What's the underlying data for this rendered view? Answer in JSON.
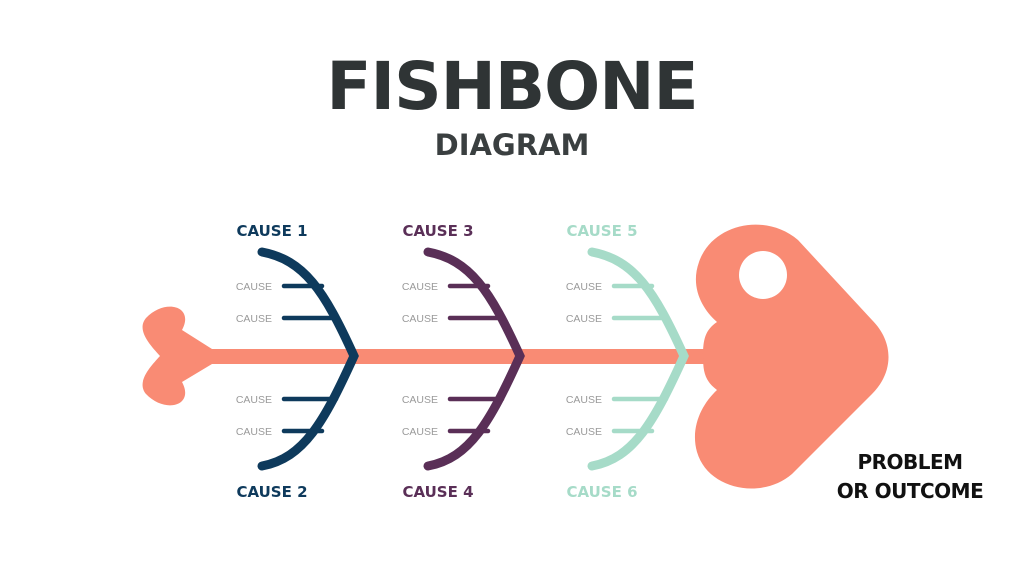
{
  "title": "FISHBONE",
  "subtitle": "DIAGRAM",
  "outcome": {
    "line1": "PROBLEM",
    "line2": "OR OUTCOME"
  },
  "colors": {
    "fish": "#f98b74",
    "bone1": "#0e3a5c",
    "bone2": "#5a2f57",
    "bone3": "#a6dbc8",
    "title": "#2f3435"
  },
  "bones": [
    {
      "color": "#0e3a5c",
      "top_label": "CAUSE 1",
      "bottom_label": "CAUSE 2",
      "top_subs": [
        "CAUSE",
        "CAUSE"
      ],
      "bottom_subs": [
        "CAUSE",
        "CAUSE"
      ]
    },
    {
      "color": "#5a2f57",
      "top_label": "CAUSE 3",
      "bottom_label": "CAUSE 4",
      "top_subs": [
        "CAUSE",
        "CAUSE"
      ],
      "bottom_subs": [
        "CAUSE",
        "CAUSE"
      ]
    },
    {
      "color": "#a6dbc8",
      "top_label": "CAUSE 5",
      "bottom_label": "CAUSE 6",
      "top_subs": [
        "CAUSE",
        "CAUSE"
      ],
      "bottom_subs": [
        "CAUSE",
        "CAUSE"
      ]
    }
  ]
}
